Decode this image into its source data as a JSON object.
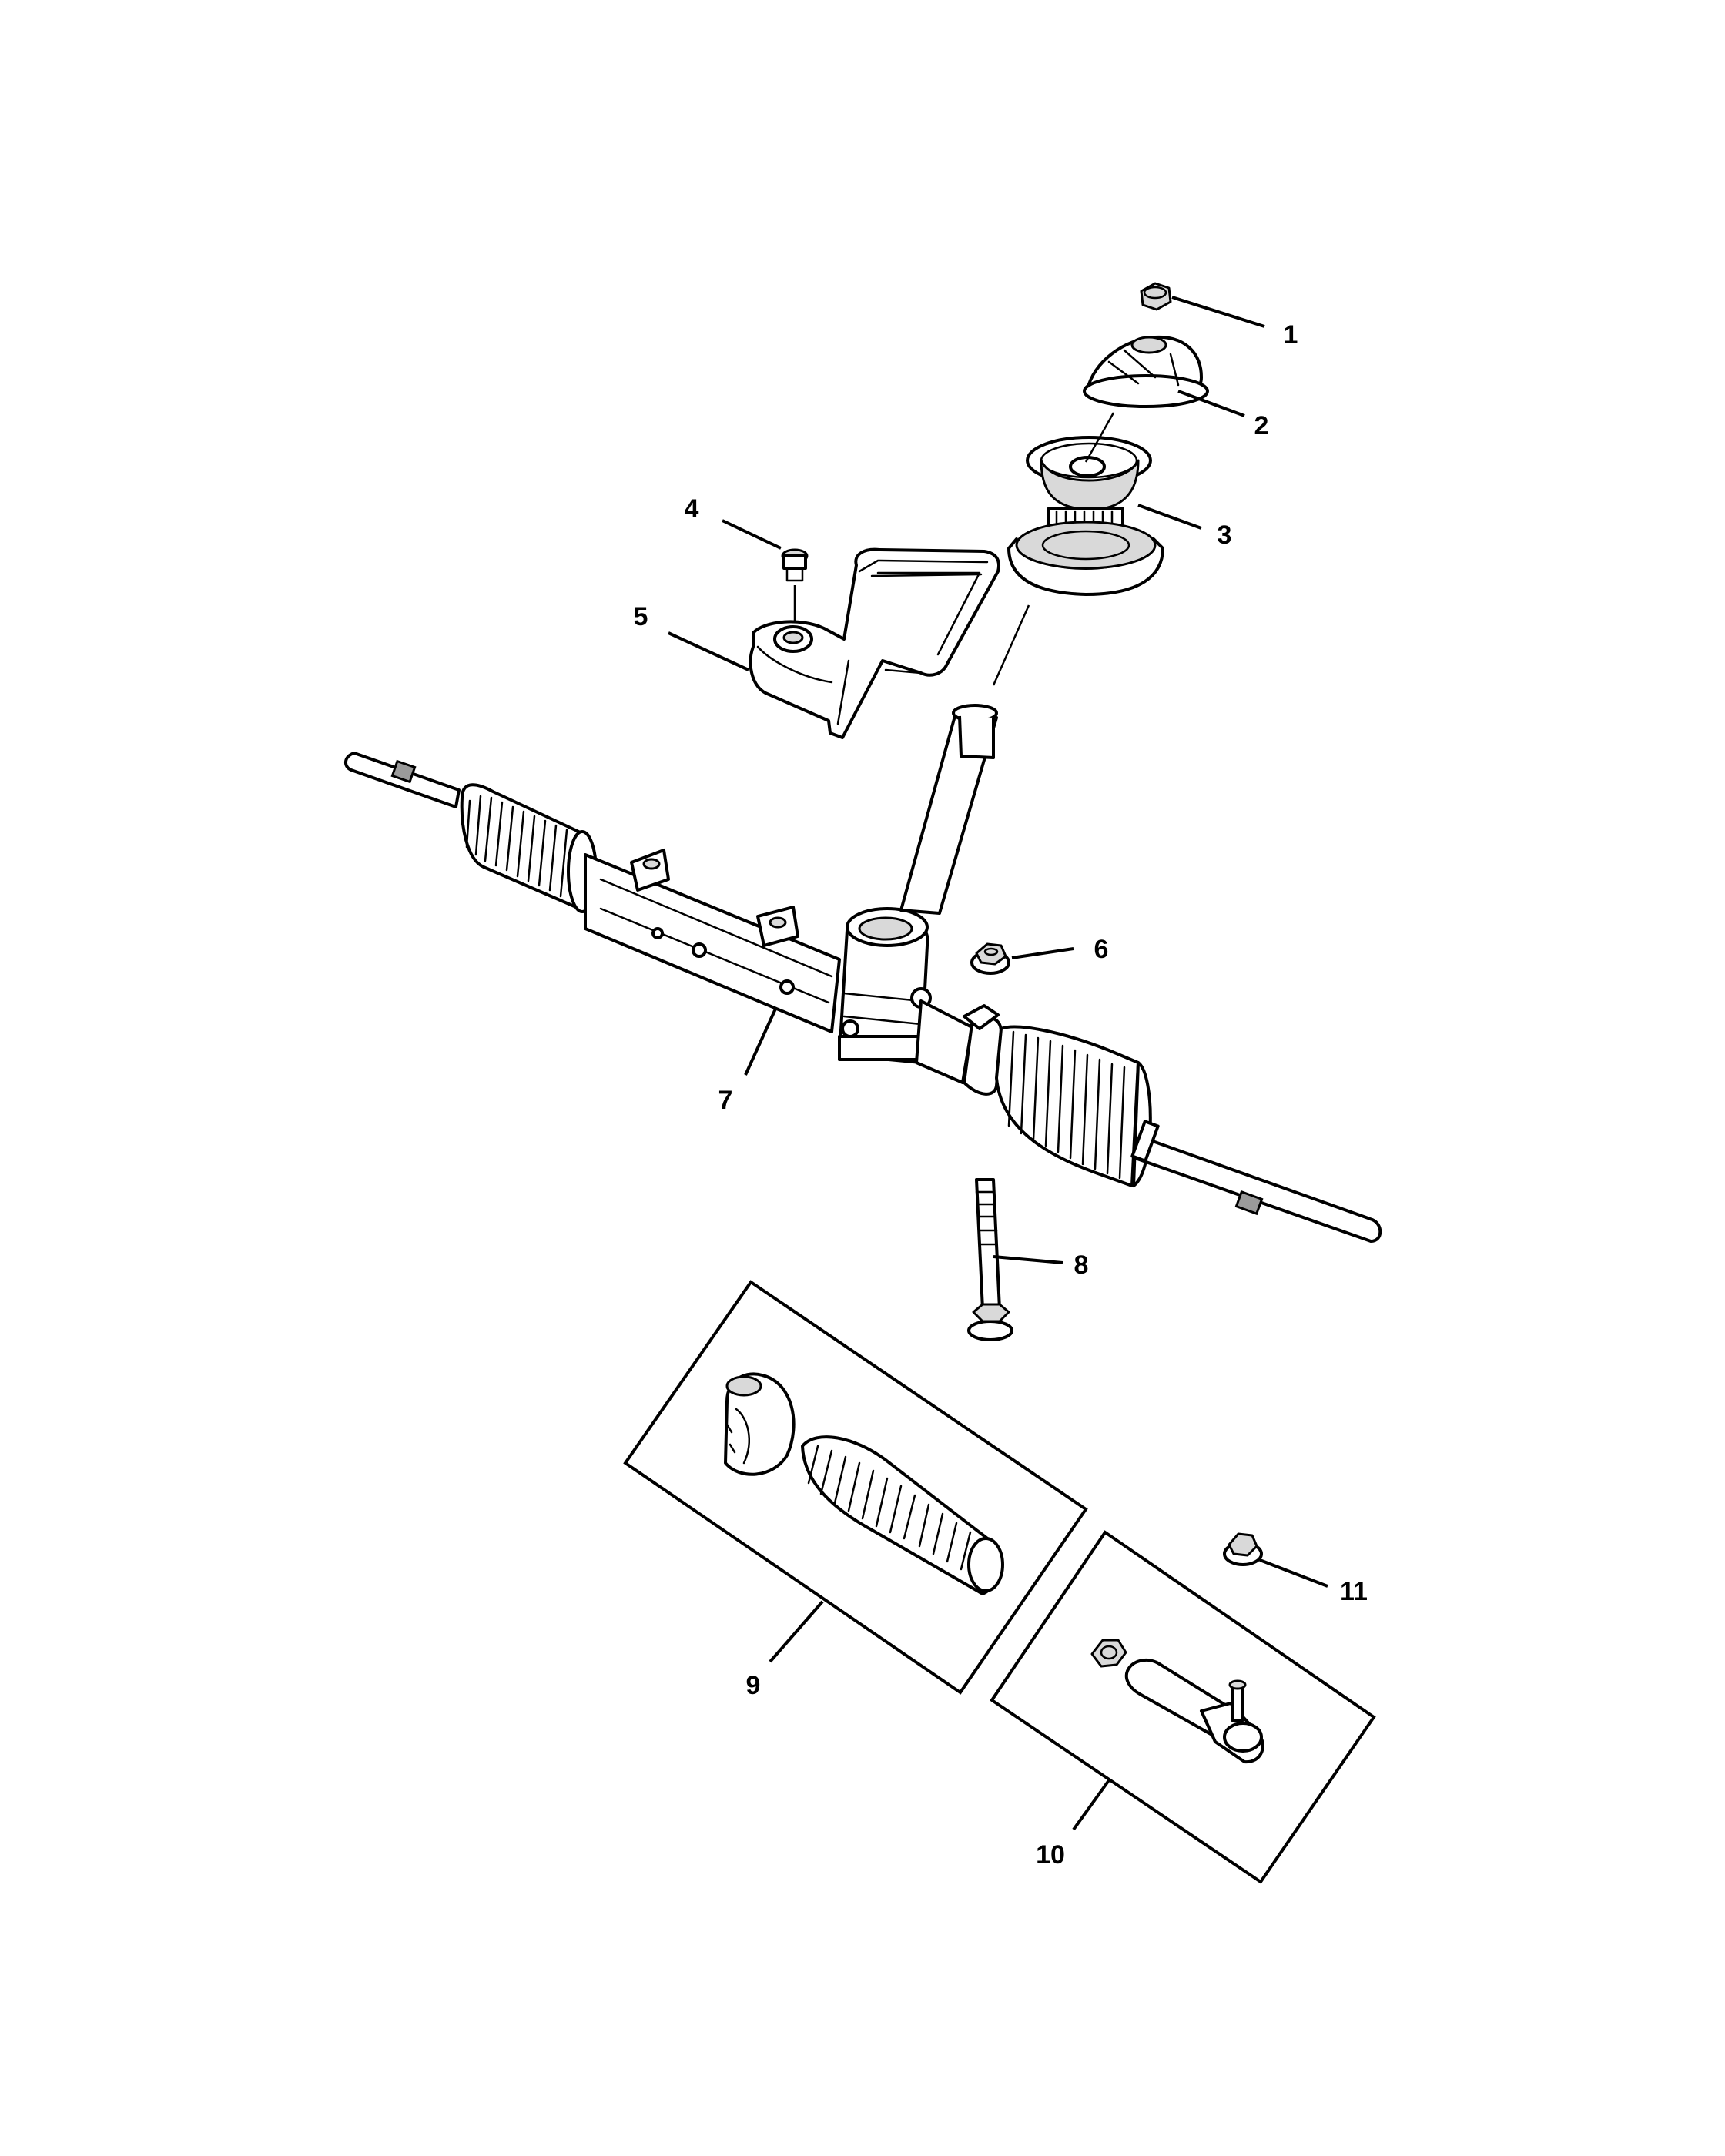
{
  "diagram": {
    "callouts": [
      {
        "id": "1",
        "label": "1",
        "part": "nut-small"
      },
      {
        "id": "2",
        "label": "2",
        "part": "dust-cap"
      },
      {
        "id": "3",
        "label": "3",
        "part": "column-seal"
      },
      {
        "id": "4",
        "label": "4",
        "part": "bolt"
      },
      {
        "id": "5",
        "label": "5",
        "part": "heat-shield"
      },
      {
        "id": "6",
        "label": "6",
        "part": "nut-flange"
      },
      {
        "id": "7",
        "label": "7",
        "part": "steering-gear-assembly"
      },
      {
        "id": "8",
        "label": "8",
        "part": "mounting-bolt"
      },
      {
        "id": "9",
        "label": "9",
        "part": "boot-kit"
      },
      {
        "id": "10",
        "label": "10",
        "part": "tie-rod-end-kit"
      },
      {
        "id": "11",
        "label": "11",
        "part": "nut-tie-rod"
      }
    ]
  }
}
